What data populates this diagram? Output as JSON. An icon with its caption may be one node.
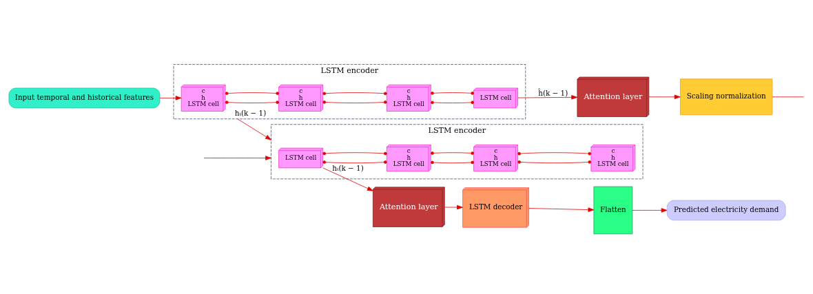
{
  "diagram": {
    "nodes": [
      {
        "text": [
          "Input temporal and historical features"
        ]
      },
      {
        "text": [
          "LSTM encoder"
        ]
      },
      {
        "text": [
          "c",
          "h",
          "LSTM cell"
        ],
        "in": 1
      },
      {
        "text": [
          "c",
          "h",
          "LSTM cell"
        ],
        "in": 1
      },
      {
        "text": [
          "c",
          "h",
          "LSTM cell"
        ],
        "in": 1
      },
      {
        "text": [
          "LSTM cell"
        ],
        "in": 1
      },
      {
        "text": [
          "Attention layer"
        ]
      },
      {
        "text": [
          "Scaling normalization"
        ]
      },
      {
        "text": [
          "LSTM encoder"
        ]
      },
      {
        "text": [
          "LSTM cell"
        ],
        "in": 8
      },
      {
        "text": [
          "c",
          "h",
          "LSTM cell"
        ],
        "in": 8
      },
      {
        "text": [
          "c",
          "h",
          "LSTM cell"
        ],
        "in": 8
      },
      {
        "text": [
          "c",
          "h",
          "LSTM cell"
        ],
        "in": 8
      },
      {
        "text": [
          "Attention layer"
        ]
      },
      {
        "text": [
          "LSTM decoder"
        ]
      },
      {
        "text": [
          "Flatten"
        ]
      },
      {
        "text": [
          "Predicted electricity demand"
        ]
      }
    ],
    "edges": [
      {
        "from": 0,
        "to": 2,
        "arrow": "to"
      },
      {
        "from": 2,
        "to": 3,
        "arrow": "other"
      },
      {
        "from": 2,
        "to": 3,
        "arrow": "other"
      },
      {
        "from": 3,
        "to": 4,
        "arrow": "other"
      },
      {
        "from": 3,
        "to": 4,
        "arrow": "other"
      },
      {
        "from": 4,
        "to": 5,
        "arrow": "other"
      },
      {
        "from": 4,
        "to": 5,
        "arrow": "other"
      },
      {
        "from": 5,
        "to": 6,
        "arrow": "to",
        "label": "ĥ(k − 1)"
      },
      {
        "from": 6,
        "to": 7,
        "arrow": "to"
      },
      {
        "from": 7,
        "to": null,
        "arrow": "none"
      },
      {
        "from": 1,
        "to": 8,
        "arrow": "to",
        "label": "hₜ(k − 1)"
      },
      {
        "from": null,
        "to": 8,
        "arrow": "to"
      },
      {
        "from": 9,
        "to": 10,
        "arrow": "other"
      },
      {
        "from": 9,
        "to": 10,
        "arrow": "other"
      },
      {
        "from": 10,
        "to": 11,
        "arrow": "other"
      },
      {
        "from": 10,
        "to": 11,
        "arrow": "other"
      },
      {
        "from": 11,
        "to": 12,
        "arrow": "other"
      },
      {
        "from": 11,
        "to": 12,
        "arrow": "other"
      },
      {
        "from": 9,
        "to": 13,
        "arrow": "to",
        "label": "hₜ(k − 1)"
      },
      {
        "from": 13,
        "to": 14,
        "arrow": "to"
      },
      {
        "from": 14,
        "to": 15,
        "arrow": "to"
      },
      {
        "from": 15,
        "to": 16,
        "arrow": "to"
      }
    ]
  }
}
